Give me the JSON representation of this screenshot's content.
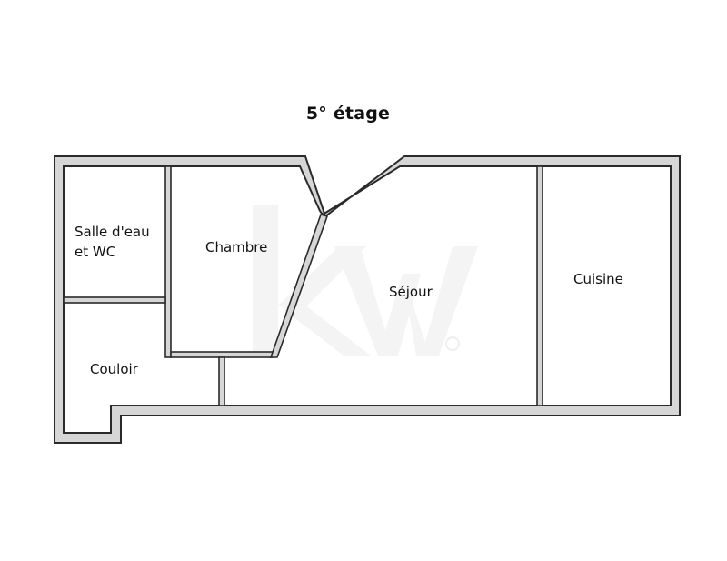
{
  "plan": {
    "title": "5° étage",
    "rooms": [
      {
        "id": "salle",
        "label_line1": "Salle d'eau",
        "label_line2": "et WC"
      },
      {
        "id": "chambre",
        "label": "Chambre"
      },
      {
        "id": "sejour",
        "label": "Séjour"
      },
      {
        "id": "cuisine",
        "label": "Cuisine"
      },
      {
        "id": "couloir",
        "label": "Couloir"
      }
    ],
    "watermark": "kw",
    "colors": {
      "wall_fill": "#d6d6d6",
      "wall_line": "#2a2a2a",
      "background": "#ffffff",
      "watermark": "#f3f3f3"
    }
  }
}
